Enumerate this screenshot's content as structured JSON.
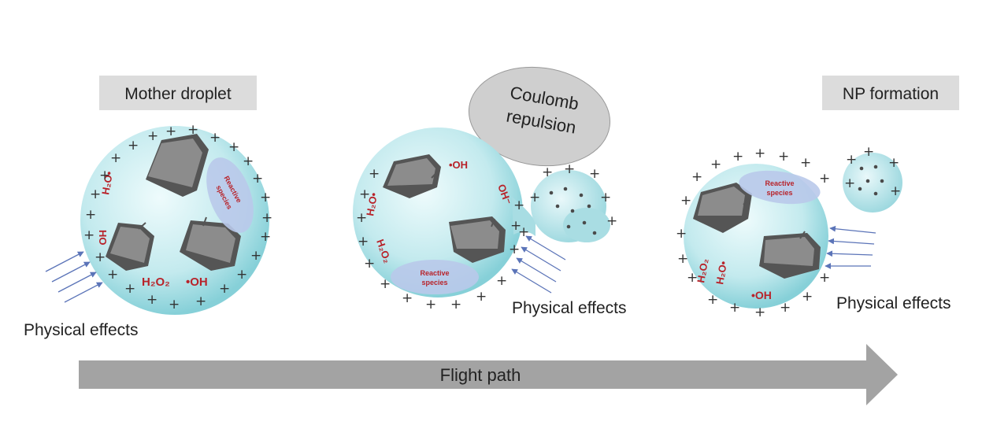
{
  "labels": {
    "mother_droplet": "Mother droplet",
    "coulomb_line1": "Coulomb",
    "coulomb_line2": "repulsion",
    "np_formation": "NP formation",
    "physical_effects": "Physical effects",
    "flight_path": "Flight path",
    "reactive_line1": "Reactive",
    "reactive_line2": "species"
  },
  "species": {
    "h2o_radical": "H₂O•",
    "oh_radical": "•OH",
    "h2o2": "H₂O₂",
    "oh_minus": "OH⁻",
    "ho": "HO"
  },
  "symbols": {
    "plus": "+"
  },
  "colors": {
    "droplet_center": "#eefbfc",
    "droplet_edge": "#7ecdd6",
    "particle": "#8c8c8c",
    "particle_dark": "#555555",
    "species_text": "#b8232a",
    "label_box": "#dcdcdc",
    "arrow": "#a3a3a3",
    "effect_arrow": "#5b74b8"
  },
  "icons": {
    "effect_arrows": "arrow-right-icon",
    "flight_arrow": "arrow-right-icon"
  }
}
